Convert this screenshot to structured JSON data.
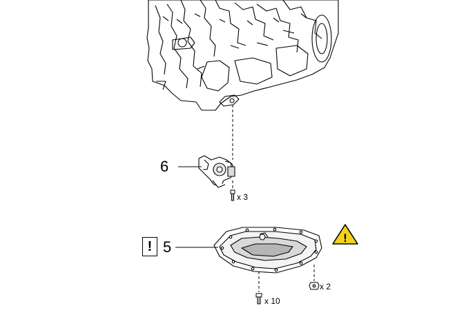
{
  "callouts": {
    "part6": "6",
    "part5": "5",
    "note_mark": "!"
  },
  "quantities": {
    "pump_bolts": "x 3",
    "pan_bolts": "x 10",
    "pan_nuts": "x 2"
  },
  "warning_icon": {
    "glyph": "!",
    "color": "#f2d21b"
  }
}
